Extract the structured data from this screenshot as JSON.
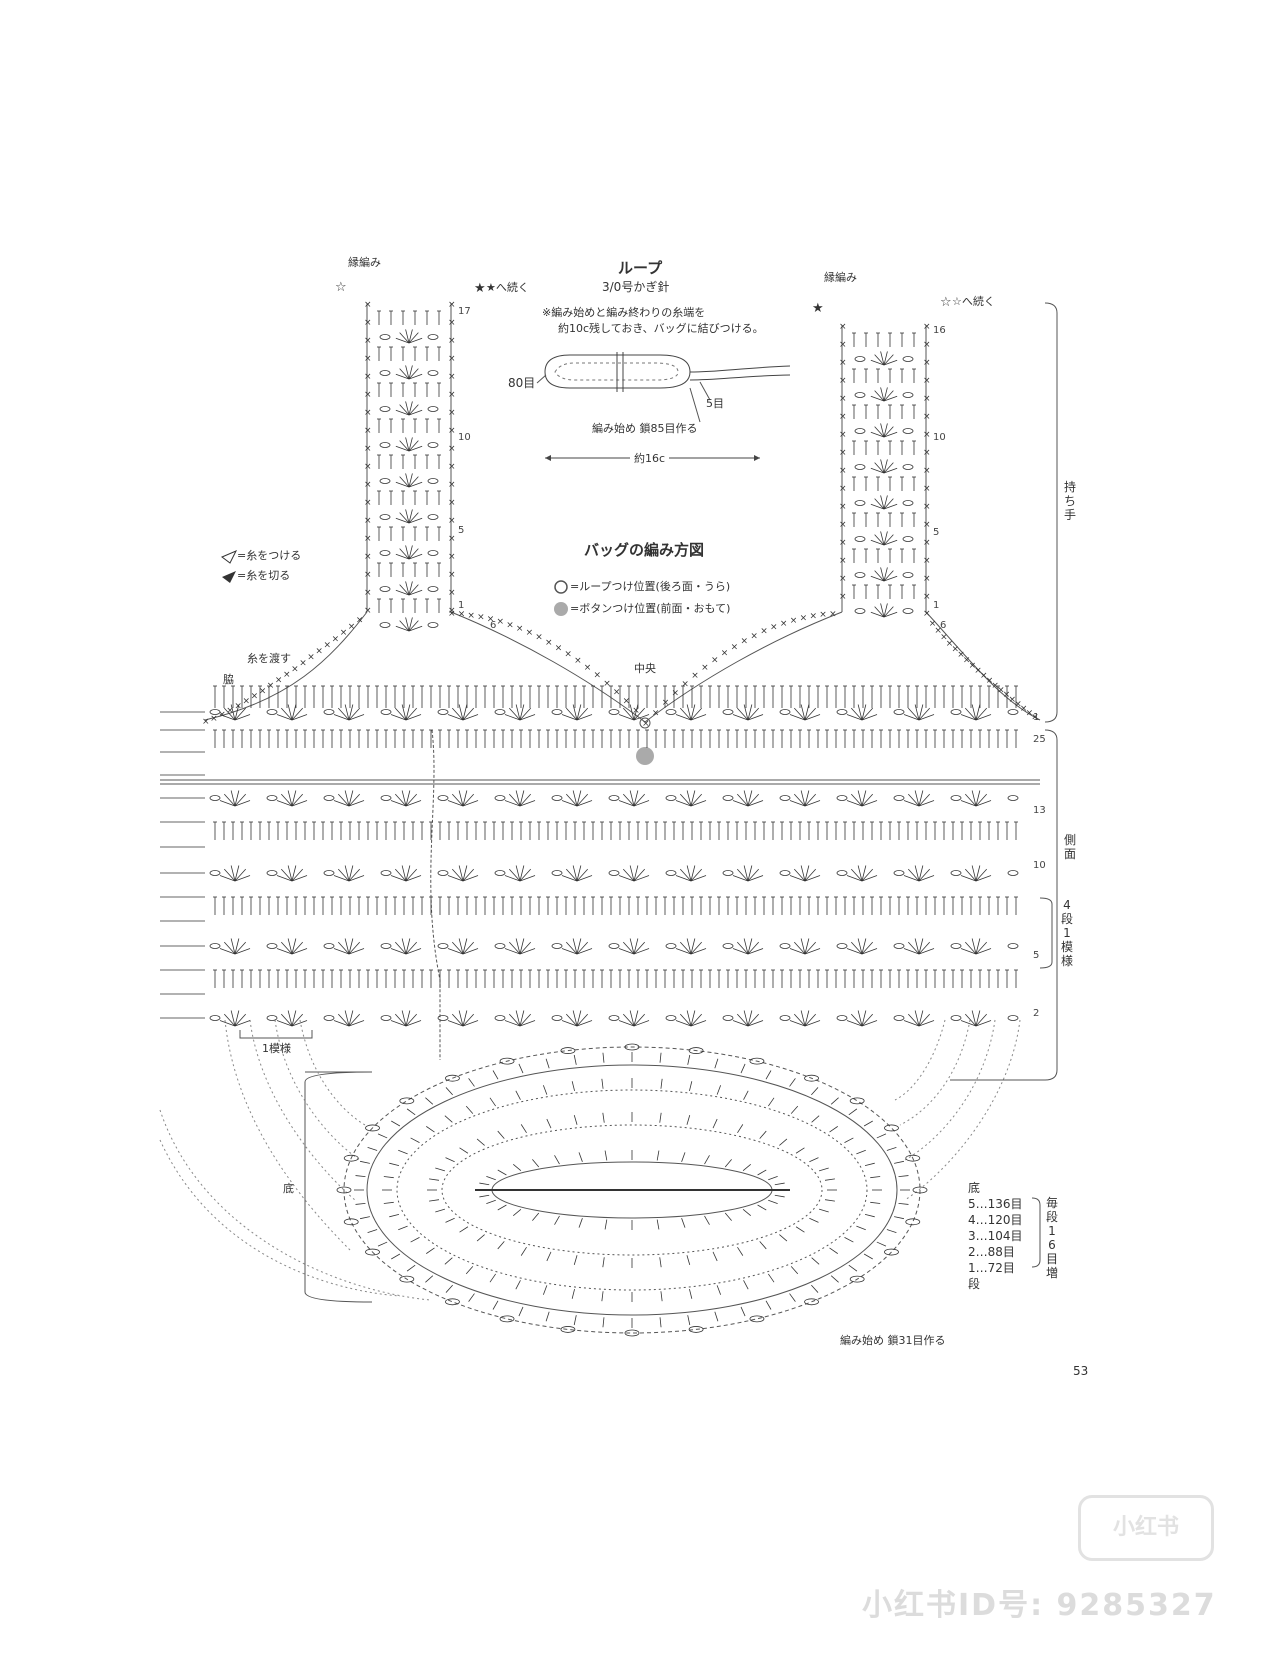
{
  "loop": {
    "title": "ループ",
    "hook": "3/0号かぎ針",
    "note_line1": "※編み始めと編み終わりの糸端を",
    "note_line2": "約10c残しておき、バッグに結びつける。",
    "count_80": "80目",
    "count_5": "5目",
    "start": "編み始め 鎖85目作る",
    "width": "約16c"
  },
  "diagram_title": "バッグの編み方図",
  "legend": {
    "attach_yarn": "=糸をつける",
    "cut_yarn": "=糸を切る",
    "loop_position": "=ループつけ位置(後ろ面・うら)",
    "button_position": "=ボタンつけ位置(前面・おもて)"
  },
  "labels": {
    "edging_left": "縁編み",
    "edging_right": "縁編み",
    "continue_black_star": "★へ続く",
    "continue_white_star": "☆へ続く",
    "pass_yarn": "糸を渡す",
    "side_seam": "脇",
    "center": "中央",
    "one_pattern": "1模様",
    "handle": "持ち手",
    "side": "側面",
    "four_rows_one_pattern": "4段1模様",
    "bottom": "底",
    "bottom_start": "編み始め 鎖31目作る"
  },
  "row_numbers": {
    "left_handle": [
      "17",
      "10",
      "5",
      "1",
      "6"
    ],
    "right_handle": [
      "16",
      "10",
      "5",
      "1",
      "6"
    ],
    "side": [
      "1",
      "25",
      "13",
      "10",
      "5",
      "2"
    ]
  },
  "bottom_table": {
    "title": "底",
    "rows": [
      {
        "row": "5",
        "count": "…136目"
      },
      {
        "row": "4",
        "count": "…120目"
      },
      {
        "row": "3",
        "count": "…104目"
      },
      {
        "row": "2",
        "count": "…88目"
      },
      {
        "row": "1",
        "count": "…72目"
      }
    ],
    "row_suffix": "段",
    "increase_note": "毎段16目増"
  },
  "page_number": "53",
  "watermark": {
    "logo": "小红书",
    "id_text": "小红书ID号: 9285327"
  },
  "colors": {
    "ink": "#333333",
    "button_dot": "#aaaaaa"
  }
}
